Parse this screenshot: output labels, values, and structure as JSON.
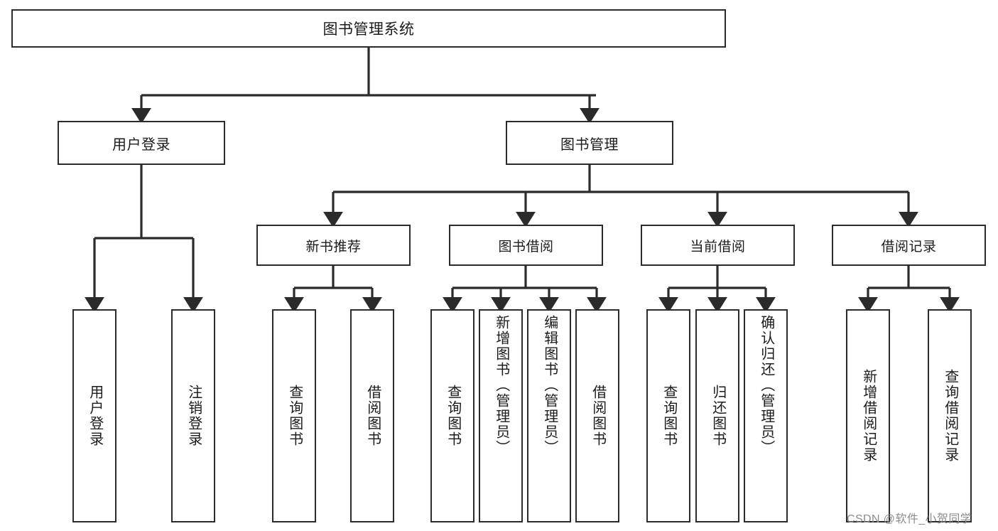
{
  "diagram": {
    "title": "图书管理系统",
    "type": "tree-hierarchy",
    "root": {
      "label": "图书管理系统"
    },
    "level1": [
      {
        "label": "用户登录"
      },
      {
        "label": "图书管理"
      }
    ],
    "level2": [
      {
        "label": "新书推荐"
      },
      {
        "label": "图书借阅"
      },
      {
        "label": "当前借阅"
      },
      {
        "label": "借阅记录"
      }
    ],
    "leaves": {
      "user_login": [
        {
          "label": "用户登录"
        },
        {
          "label": "注销登录"
        }
      ],
      "new_book_recommend": [
        {
          "label": "查询图书"
        },
        {
          "label": "借阅图书"
        }
      ],
      "book_borrow": [
        {
          "label": "查询图书"
        },
        {
          "label": "新增图书（管理员）"
        },
        {
          "label": "编辑图书（管理员）"
        },
        {
          "label": "借阅图书"
        }
      ],
      "current_borrow": [
        {
          "label": "查询图书"
        },
        {
          "label": "归还图书"
        },
        {
          "label": "确认归还（管理员）"
        }
      ],
      "borrow_record": [
        {
          "label": "新增借阅记录"
        },
        {
          "label": "查询借阅记录"
        }
      ]
    }
  },
  "watermark": {
    "text": "CSDN @软件_小贺同学"
  },
  "colors": {
    "stroke": "#2b2b2b",
    "background": "#ffffff",
    "text": "#1b1b1b",
    "watermark": "#8c8c8c"
  }
}
